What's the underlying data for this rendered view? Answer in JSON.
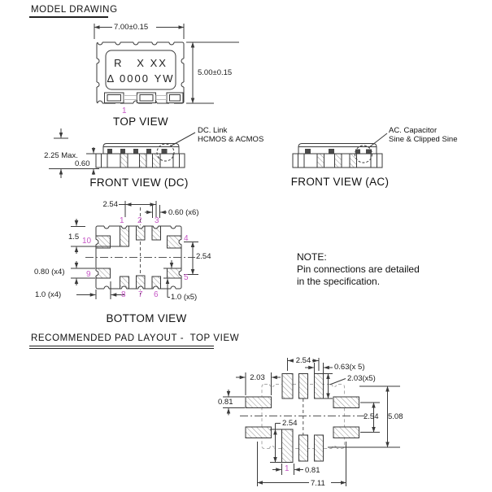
{
  "headings": {
    "model_drawing": "MODEL DRAWING",
    "pad_layout": "RECOMMENDED PAD LAYOUT -  TOP VIEW"
  },
  "colors": {
    "pin_number": "#c657c6",
    "line": "#3a3a3a",
    "hatch": "#999999"
  },
  "top_view": {
    "title": "TOP VIEW",
    "marking_line1": "R   X XX",
    "marking_line2": "Δ 0000 YW",
    "dim_width": "7.00±0.15",
    "dim_height": "5.00±0.15",
    "pin1": "1"
  },
  "front_view_dc": {
    "title": "FRONT VIEW (DC)",
    "callout_line1": "DC. Link",
    "callout_line2": "HCMOS & ACMOS",
    "dim_height": "2.25 Max.",
    "dim_base": "0.60"
  },
  "front_view_ac": {
    "title": "FRONT VIEW (AC)",
    "callout_line1": "AC. Capacitor",
    "callout_line2": "Sine & Clipped Sine"
  },
  "bottom_view": {
    "title": "BOTTOM VIEW",
    "dim_pitch_top": "2.54",
    "dim_pad_width": "0.60 (x6)",
    "dim_pad1_len": "1.5",
    "dim_side_pitch": "2.54",
    "dim_side_pad_h": "0.80 (x4)",
    "dim_side_pad_w": "1.0 (x4)",
    "dim_bottom_pad": "1.0 (x5)",
    "pins": {
      "p1": "1",
      "p2": "2",
      "p3": "3",
      "p4": "4",
      "p5": "5",
      "p6": "6",
      "p7": "7",
      "p8": "8",
      "p9": "9",
      "p10": "10"
    }
  },
  "note": {
    "heading": "NOTE:",
    "line1": "Pin connections are detailed",
    "line2": "in the specification."
  },
  "pad_layout": {
    "pin1": "1",
    "dim_pitch_top": "2.54",
    "dim_pad_w": "0.63(x 5)",
    "dim_side_len": "2.03",
    "dim_pad_len": "2.03(x5)",
    "dim_side_w": "0.81",
    "dim_pin1_len": "2.54",
    "dim_right_pitch": "2.54",
    "dim_overall_h": "5.08",
    "dim_pin1_w": "0.81",
    "dim_overall_w": "7.11"
  }
}
